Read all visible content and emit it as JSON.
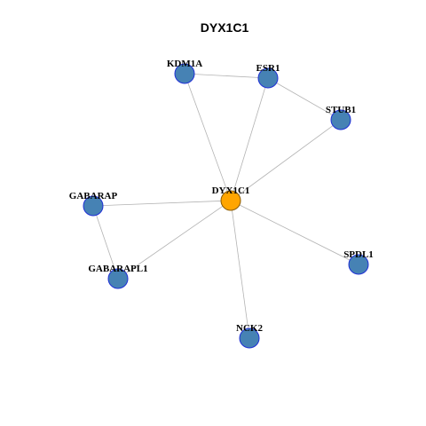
{
  "title": "DYX1C1",
  "colors": {
    "center_node": "#FFA500",
    "other_node": "#4682B4",
    "node_border": "#1F2FD6",
    "edge": "#B3B3B3"
  },
  "nodes": [
    {
      "id": "DYX1C1",
      "label": "DYX1C1",
      "role": "center"
    },
    {
      "id": "KDM1A",
      "label": "KDM1A",
      "role": "neighbor"
    },
    {
      "id": "ESR1",
      "label": "ESR1",
      "role": "neighbor"
    },
    {
      "id": "STUB1",
      "label": "STUB1",
      "role": "neighbor"
    },
    {
      "id": "GABARAP",
      "label": "GABARAP",
      "role": "neighbor"
    },
    {
      "id": "GABARAPL1",
      "label": "GABARAPL1",
      "role": "neighbor"
    },
    {
      "id": "SPDL1",
      "label": "SPDL1",
      "role": "neighbor"
    },
    {
      "id": "NCK2",
      "label": "NCK2",
      "role": "neighbor"
    }
  ],
  "edges": [
    [
      "KDM1A",
      "ESR1"
    ],
    [
      "ESR1",
      "STUB1"
    ],
    [
      "KDM1A",
      "DYX1C1"
    ],
    [
      "ESR1",
      "DYX1C1"
    ],
    [
      "STUB1",
      "DYX1C1"
    ],
    [
      "GABARAP",
      "DYX1C1"
    ],
    [
      "GABARAP",
      "GABARAPL1"
    ],
    [
      "GABARAPL1",
      "DYX1C1"
    ],
    [
      "SPDL1",
      "DYX1C1"
    ],
    [
      "NCK2",
      "DYX1C1"
    ]
  ]
}
